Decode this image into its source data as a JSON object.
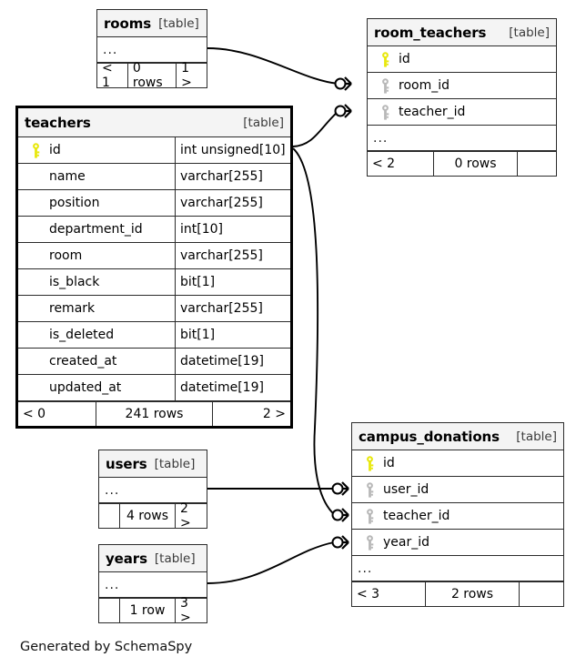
{
  "diagram": {
    "title": "teachers",
    "credit": "Generated by SchemaSpy",
    "tag": "[table]",
    "ellipsis": "...",
    "colors": {
      "pk_key": "#e8e80c",
      "fk_key": "#b8b8b8",
      "header_bg": "#f4f4f4",
      "border": "#2b2b2b",
      "focus_border": "#000000",
      "edge": "#000000"
    }
  },
  "tables": {
    "rooms": {
      "name": "rooms",
      "tag": "[table]",
      "ellipsis": "...",
      "footer": {
        "left": "< 1",
        "middle": "0 rows",
        "right": "1 >"
      }
    },
    "room_teachers": {
      "name": "room_teachers",
      "tag": "[table]",
      "ellipsis": "...",
      "columns": [
        {
          "key": "pk",
          "name": "id",
          "type": ""
        },
        {
          "key": "fk",
          "name": "room_id",
          "type": ""
        },
        {
          "key": "fk",
          "name": "teacher_id",
          "type": ""
        }
      ],
      "footer": {
        "left": "< 2",
        "middle": "0 rows",
        "right": ""
      }
    },
    "teachers": {
      "name": "teachers",
      "tag": "[table]",
      "columns": [
        {
          "key": "pk",
          "name": "id",
          "type": "int unsigned[10]"
        },
        {
          "key": "none",
          "name": "name",
          "type": "varchar[255]"
        },
        {
          "key": "none",
          "name": "position",
          "type": "varchar[255]"
        },
        {
          "key": "none",
          "name": "department_id",
          "type": "int[10]"
        },
        {
          "key": "none",
          "name": "room",
          "type": "varchar[255]"
        },
        {
          "key": "none",
          "name": "is_black",
          "type": "bit[1]"
        },
        {
          "key": "none",
          "name": "remark",
          "type": "varchar[255]"
        },
        {
          "key": "none",
          "name": "is_deleted",
          "type": "bit[1]"
        },
        {
          "key": "none",
          "name": "created_at",
          "type": "datetime[19]"
        },
        {
          "key": "none",
          "name": "updated_at",
          "type": "datetime[19]"
        }
      ],
      "footer": {
        "left": "< 0",
        "middle": "241 rows",
        "right": "2 >"
      }
    },
    "users": {
      "name": "users",
      "tag": "[table]",
      "ellipsis": "...",
      "footer": {
        "left": "",
        "middle": "4 rows",
        "right": "2 >"
      }
    },
    "years": {
      "name": "years",
      "tag": "[table]",
      "ellipsis": "...",
      "footer": {
        "left": "",
        "middle": "1 row",
        "right": "3 >"
      }
    },
    "campus_donations": {
      "name": "campus_donations",
      "tag": "[table]",
      "ellipsis": "...",
      "columns": [
        {
          "key": "pk",
          "name": "id",
          "type": ""
        },
        {
          "key": "fk",
          "name": "user_id",
          "type": ""
        },
        {
          "key": "fk",
          "name": "teacher_id",
          "type": ""
        },
        {
          "key": "fk",
          "name": "year_id",
          "type": ""
        }
      ],
      "footer": {
        "left": "< 3",
        "middle": "2 rows",
        "right": ""
      }
    }
  },
  "relationships": [
    {
      "from": "rooms",
      "to": "room_teachers.room_id",
      "cardinality": "zero-or-many"
    },
    {
      "from": "teachers.id",
      "to": "room_teachers.teacher_id",
      "cardinality": "zero-or-many"
    },
    {
      "from": "users",
      "to": "campus_donations.user_id",
      "cardinality": "zero-or-many"
    },
    {
      "from": "teachers.id",
      "to": "campus_donations.teacher_id",
      "cardinality": "zero-or-many"
    },
    {
      "from": "years",
      "to": "campus_donations.year_id",
      "cardinality": "zero-or-many"
    }
  ]
}
